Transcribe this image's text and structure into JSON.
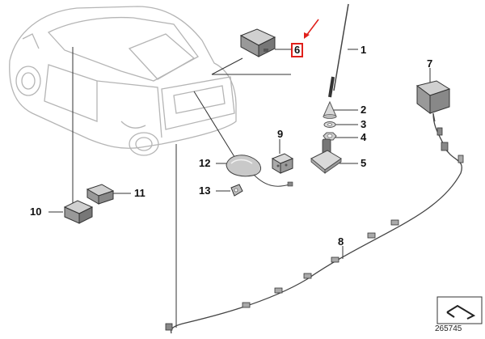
{
  "diagram": {
    "parts": [
      {
        "number": "1",
        "key": "p1"
      },
      {
        "number": "2",
        "key": "p2"
      },
      {
        "number": "3",
        "key": "p3"
      },
      {
        "number": "4",
        "key": "p4"
      },
      {
        "number": "5",
        "key": "p5"
      },
      {
        "number": "6",
        "key": "p6",
        "highlighted": true
      },
      {
        "number": "7",
        "key": "p7"
      },
      {
        "number": "8",
        "key": "p8"
      },
      {
        "number": "9",
        "key": "p9"
      },
      {
        "number": "10",
        "key": "p10"
      },
      {
        "number": "11",
        "key": "p11"
      },
      {
        "number": "12",
        "key": "p12"
      },
      {
        "number": "13",
        "key": "p13"
      }
    ],
    "diagram_number": "265745",
    "colors": {
      "line": "#333333",
      "car_outline": "#b5b5b5",
      "highlight": "#e0201b",
      "part_fill": "#d9d9d9",
      "part_dark": "#8a8a8a"
    }
  }
}
